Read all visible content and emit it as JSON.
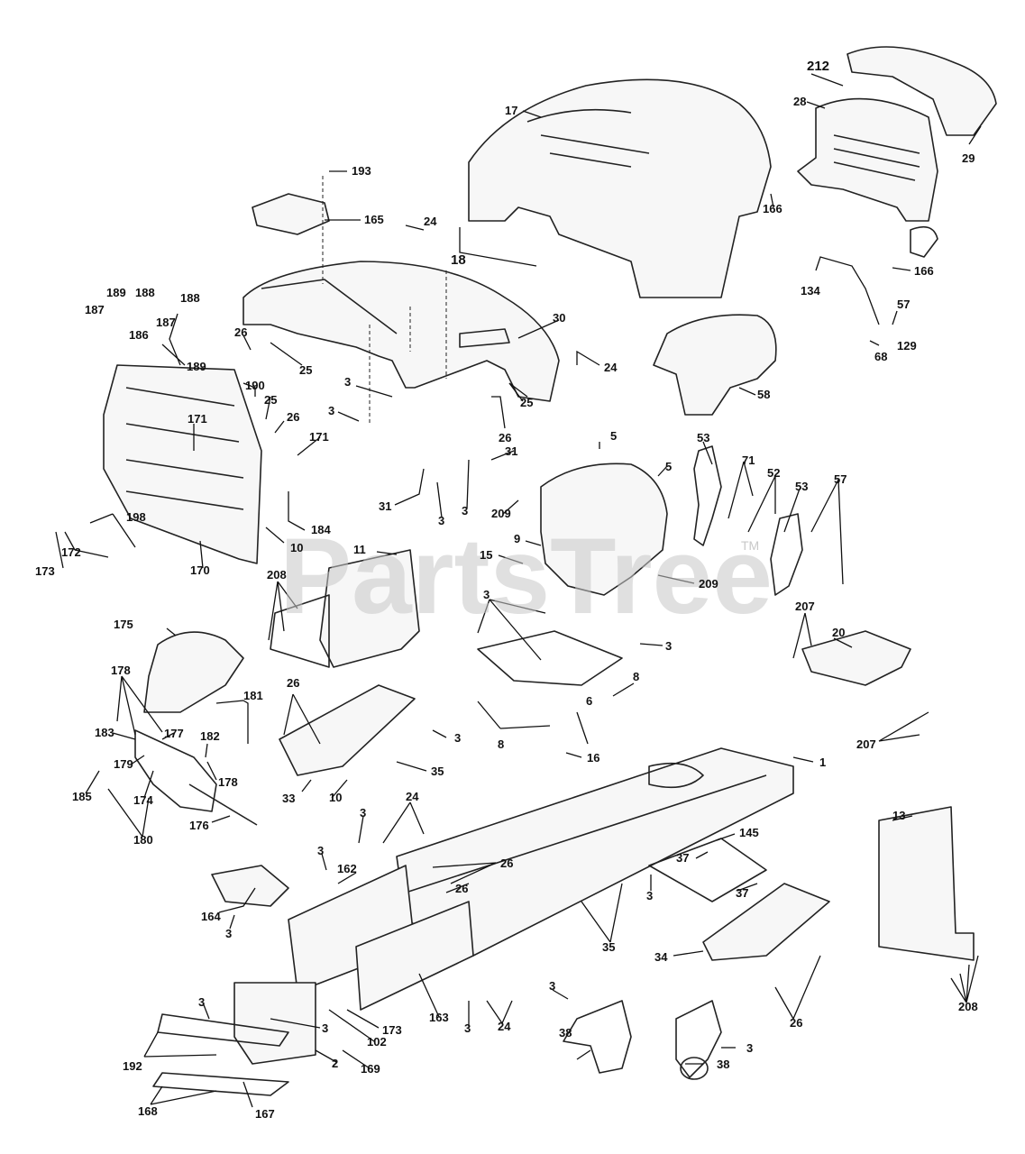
{
  "watermark": {
    "text": "PartsTree",
    "tm": "TM"
  },
  "callouts": [
    {
      "id": "c212",
      "label": "212"
    },
    {
      "id": "c28",
      "label": "28"
    },
    {
      "id": "c29",
      "label": "29"
    },
    {
      "id": "c17",
      "label": "17"
    },
    {
      "id": "c193",
      "label": "193"
    },
    {
      "id": "c165",
      "label": "165"
    },
    {
      "id": "c24a",
      "label": "24"
    },
    {
      "id": "c18",
      "label": "18"
    },
    {
      "id": "c166a",
      "label": "166"
    },
    {
      "id": "c166b",
      "label": "166"
    },
    {
      "id": "c134",
      "label": "134"
    },
    {
      "id": "c57a",
      "label": "57"
    },
    {
      "id": "c129",
      "label": "129"
    },
    {
      "id": "c68",
      "label": "68"
    },
    {
      "id": "c189a",
      "label": "189"
    },
    {
      "id": "c188a",
      "label": "188"
    },
    {
      "id": "c187a",
      "label": "187"
    },
    {
      "id": "c188b",
      "label": "188"
    },
    {
      "id": "c187b",
      "label": "187"
    },
    {
      "id": "c186",
      "label": "186"
    },
    {
      "id": "c189b",
      "label": "189"
    },
    {
      "id": "c26a",
      "label": "26"
    },
    {
      "id": "c25a",
      "label": "25"
    },
    {
      "id": "c30",
      "label": "30"
    },
    {
      "id": "c24b",
      "label": "24"
    },
    {
      "id": "c58",
      "label": "58"
    },
    {
      "id": "c190",
      "label": "190"
    },
    {
      "id": "c25b",
      "label": "25"
    },
    {
      "id": "c26b",
      "label": "26"
    },
    {
      "id": "c3a",
      "label": "3"
    },
    {
      "id": "c3b",
      "label": "3"
    },
    {
      "id": "c25c",
      "label": "25"
    },
    {
      "id": "c26c",
      "label": "26"
    },
    {
      "id": "c171a",
      "label": "171"
    },
    {
      "id": "c171b",
      "label": "171"
    },
    {
      "id": "c5a",
      "label": "5"
    },
    {
      "id": "c31a",
      "label": "31"
    },
    {
      "id": "c5b",
      "label": "5"
    },
    {
      "id": "c53a",
      "label": "53"
    },
    {
      "id": "c71",
      "label": "71"
    },
    {
      "id": "c52",
      "label": "52"
    },
    {
      "id": "c53b",
      "label": "53"
    },
    {
      "id": "c57b",
      "label": "57"
    },
    {
      "id": "c31b",
      "label": "31"
    },
    {
      "id": "c3c",
      "label": "3"
    },
    {
      "id": "c3d",
      "label": "3"
    },
    {
      "id": "c209a",
      "label": "209"
    },
    {
      "id": "c198",
      "label": "198"
    },
    {
      "id": "c184",
      "label": "184"
    },
    {
      "id": "c172",
      "label": "172"
    },
    {
      "id": "c173a",
      "label": "173"
    },
    {
      "id": "c170",
      "label": "170"
    },
    {
      "id": "c10a",
      "label": "10"
    },
    {
      "id": "c11",
      "label": "11"
    },
    {
      "id": "c9",
      "label": "9"
    },
    {
      "id": "c15",
      "label": "15"
    },
    {
      "id": "c209b",
      "label": "209"
    },
    {
      "id": "c208a",
      "label": "208"
    },
    {
      "id": "c3e",
      "label": "3"
    },
    {
      "id": "c3f",
      "label": "3"
    },
    {
      "id": "c207a",
      "label": "207"
    },
    {
      "id": "c20",
      "label": "20"
    },
    {
      "id": "c175",
      "label": "175"
    },
    {
      "id": "c8a",
      "label": "8"
    },
    {
      "id": "c6",
      "label": "6"
    },
    {
      "id": "c8b",
      "label": "8"
    },
    {
      "id": "c178a",
      "label": "178"
    },
    {
      "id": "c26d",
      "label": "26"
    },
    {
      "id": "c181",
      "label": "181"
    },
    {
      "id": "c3g",
      "label": "3"
    },
    {
      "id": "c207b",
      "label": "207"
    },
    {
      "id": "c183",
      "label": "183"
    },
    {
      "id": "c177",
      "label": "177"
    },
    {
      "id": "c182",
      "label": "182"
    },
    {
      "id": "c16",
      "label": "16"
    },
    {
      "id": "c1",
      "label": "1"
    },
    {
      "id": "c179",
      "label": "179"
    },
    {
      "id": "c178b",
      "label": "178"
    },
    {
      "id": "c35a",
      "label": "35"
    },
    {
      "id": "c185",
      "label": "185"
    },
    {
      "id": "c174",
      "label": "174"
    },
    {
      "id": "c33",
      "label": "33"
    },
    {
      "id": "c10b",
      "label": "10"
    },
    {
      "id": "c176",
      "label": "176"
    },
    {
      "id": "c180",
      "label": "180"
    },
    {
      "id": "c24c",
      "label": "24"
    },
    {
      "id": "c3h",
      "label": "3"
    },
    {
      "id": "c145",
      "label": "145"
    },
    {
      "id": "c13",
      "label": "13"
    },
    {
      "id": "c3i",
      "label": "3"
    },
    {
      "id": "c162",
      "label": "162"
    },
    {
      "id": "c26e",
      "label": "26"
    },
    {
      "id": "c26f",
      "label": "26"
    },
    {
      "id": "c37a",
      "label": "37"
    },
    {
      "id": "c3j",
      "label": "3"
    },
    {
      "id": "c37b",
      "label": "37"
    },
    {
      "id": "c164",
      "label": "164"
    },
    {
      "id": "c3k",
      "label": "3"
    },
    {
      "id": "c35b",
      "label": "35"
    },
    {
      "id": "c34",
      "label": "34"
    },
    {
      "id": "c3l",
      "label": "3"
    },
    {
      "id": "c3m",
      "label": "3"
    },
    {
      "id": "c173b",
      "label": "173"
    },
    {
      "id": "c163",
      "label": "163"
    },
    {
      "id": "c3n",
      "label": "3"
    },
    {
      "id": "c24d",
      "label": "24"
    },
    {
      "id": "c26g",
      "label": "26"
    },
    {
      "id": "c208b",
      "label": "208"
    },
    {
      "id": "c38a",
      "label": "38"
    },
    {
      "id": "c3o",
      "label": "3"
    },
    {
      "id": "c3p",
      "label": "3"
    },
    {
      "id": "c102",
      "label": "102"
    },
    {
      "id": "c169",
      "label": "169"
    },
    {
      "id": "c2",
      "label": "2"
    },
    {
      "id": "c38b",
      "label": "38"
    },
    {
      "id": "c192",
      "label": "192"
    },
    {
      "id": "c168",
      "label": "168"
    },
    {
      "id": "c167",
      "label": "167"
    }
  ]
}
